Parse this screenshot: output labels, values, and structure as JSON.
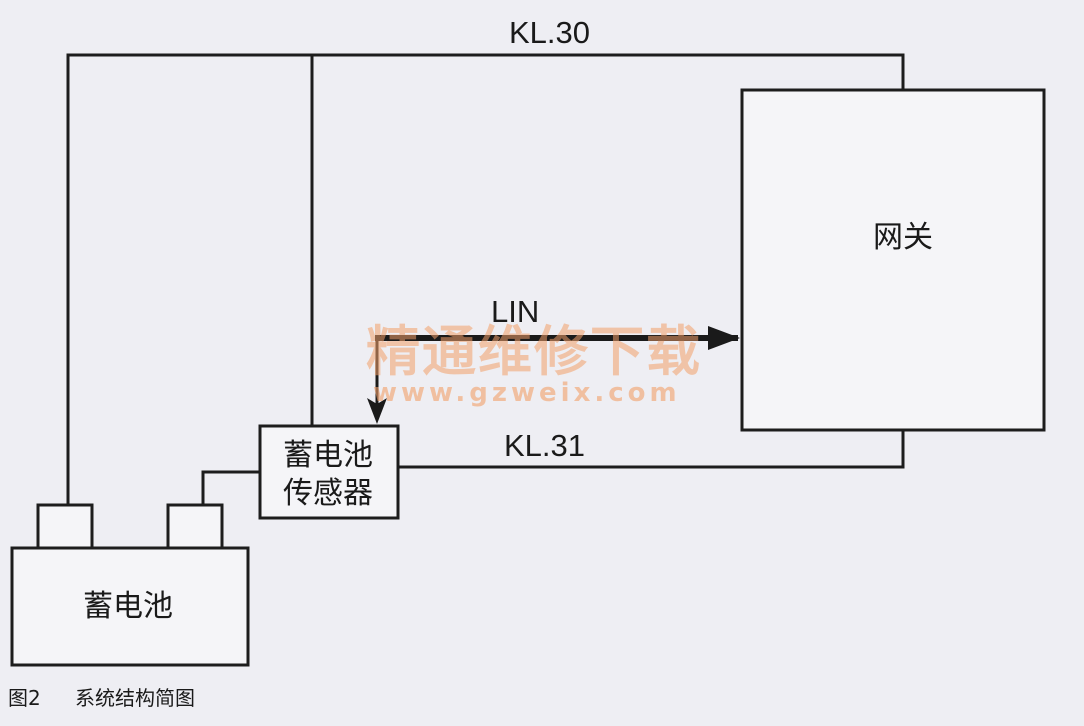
{
  "diagram": {
    "kl30_label": "KL.30",
    "kl31_label": "KL.31",
    "lin_label": "LIN",
    "gateway_label": "网关",
    "sensor_label_line1": "蓄电池",
    "sensor_label_line2": "传感器",
    "battery_label": "蓄电池"
  },
  "watermark": {
    "text_cn": "精通维修下载",
    "url": "www.gzweix.com"
  },
  "caption": {
    "figure_no": "图2",
    "title": "系统结构简图"
  }
}
